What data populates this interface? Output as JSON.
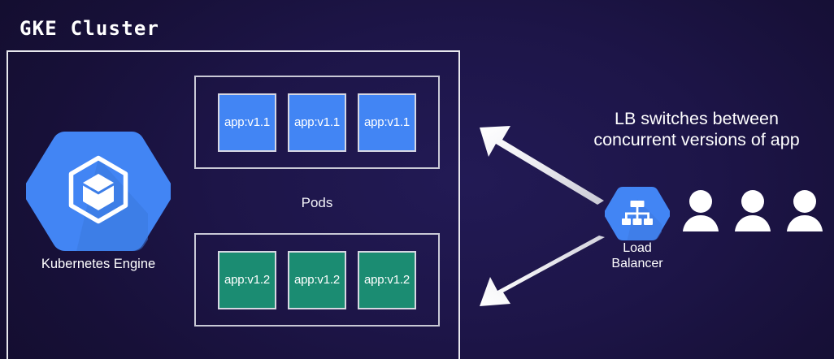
{
  "diagram": {
    "title": "GKE Cluster",
    "background_color": "#1c1447",
    "border_color": "#e8e8ee"
  },
  "cluster": {
    "engine": {
      "label": "Kubernetes Engine",
      "icon": "kubernetes-engine-hexagon-icon",
      "color": "#4285f4"
    },
    "pods_label": "Pods",
    "pod_groups": [
      {
        "version": "v1.1",
        "color": "#4285f4",
        "pods": [
          {
            "label": "app:v1.1"
          },
          {
            "label": "app:v1.1"
          },
          {
            "label": "app:v1.1"
          }
        ]
      },
      {
        "version": "v1.2",
        "color": "#1b8c72",
        "pods": [
          {
            "label": "app:v1.2"
          },
          {
            "label": "app:v1.2"
          },
          {
            "label": "app:v1.2"
          }
        ]
      }
    ]
  },
  "load_balancer": {
    "label_line1": "Load",
    "label_line2": "Balancer",
    "icon": "load-balancer-hexagon-icon",
    "color": "#4285f4"
  },
  "annotation": {
    "line1": "LB switches between",
    "line2": "concurrent versions of app"
  },
  "users": {
    "icon": "user-icon",
    "count": 3,
    "color": "#ffffff"
  },
  "arrows": [
    {
      "name": "arrow-to-v11-pods",
      "direction": "up-left",
      "color": "#f0f0f5"
    },
    {
      "name": "arrow-to-v12-pods",
      "direction": "down-left",
      "color": "#f0f0f5"
    }
  ]
}
